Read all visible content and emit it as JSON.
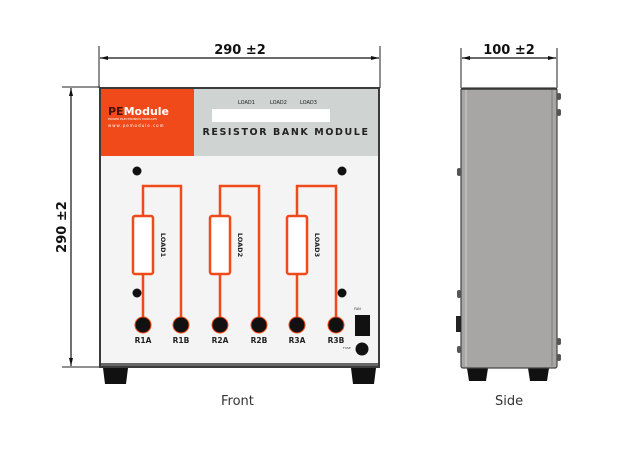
{
  "dimensions": {
    "front_width": "290 ±2",
    "front_height": "290 ±2",
    "side_depth": "100 ±2"
  },
  "front_panel": {
    "brand": {
      "logo_text_a": "PE",
      "logo_text_b": "Module",
      "tagline": "POWER ELECTRONICS MODULES",
      "website": "www.pemodule.com",
      "color": "#f04a1a"
    },
    "header": {
      "load_labels": [
        "LOAD1",
        "LOAD2",
        "LOAD3"
      ],
      "title": "RESISTOR BANK MODULE",
      "background": "#cfd3d2"
    },
    "loads": [
      {
        "label": "LOAD1",
        "terminal_a": "R1A",
        "terminal_b": "R1B"
      },
      {
        "label": "LOAD2",
        "terminal_a": "R2A",
        "terminal_b": "R2B"
      },
      {
        "label": "LOAD3",
        "terminal_a": "R3A",
        "terminal_b": "R3B"
      }
    ],
    "switch_label": "FAN",
    "fuse_label": "FUSE",
    "trace_color": "#f04a1a"
  },
  "captions": {
    "front": "Front",
    "side": "Side"
  }
}
